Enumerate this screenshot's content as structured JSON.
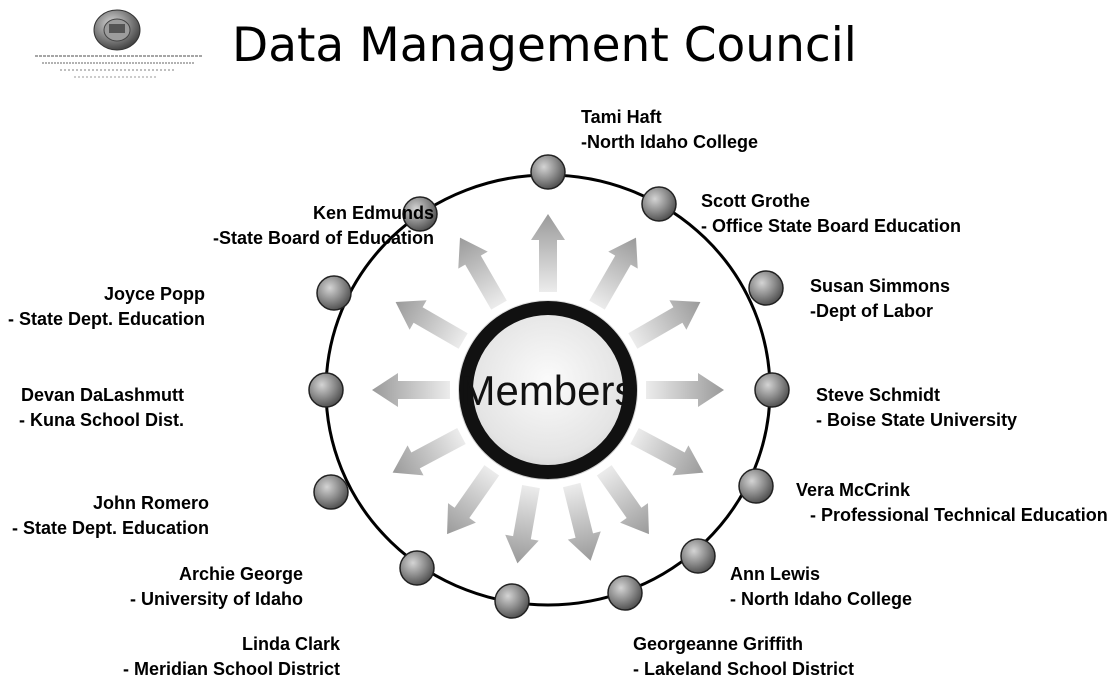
{
  "title": "Data Management Council",
  "logo": {
    "icon": "seal-logo-icon"
  },
  "center": {
    "label": "Members"
  },
  "members": [
    {
      "id": "tami",
      "name": "Tami Haft",
      "org": "-North Idaho College"
    },
    {
      "id": "scott",
      "name": "Scott Grothe",
      "org": "- Office State Board Education"
    },
    {
      "id": "susan",
      "name": "Susan Simmons",
      "org": "-Dept of Labor"
    },
    {
      "id": "steve",
      "name": "Steve Schmidt",
      "org": "- Boise State University"
    },
    {
      "id": "vera",
      "name": "Vera McCrink",
      "org": "-    Professional Technical Education"
    },
    {
      "id": "ann",
      "name": "Ann Lewis",
      "org": "- North Idaho College"
    },
    {
      "id": "georg",
      "name": "Georgeanne Griffith",
      "org": "- Lakeland School District"
    },
    {
      "id": "linda",
      "name": "Linda Clark",
      "org": "-    Meridian School District"
    },
    {
      "id": "archie",
      "name": "Archie George",
      "org": "- University of Idaho"
    },
    {
      "id": "john",
      "name": "John Romero",
      "org": "- State Dept. Education"
    },
    {
      "id": "devan",
      "name": "Devan DaLashmutt",
      "org": "- Kuna School Dist."
    },
    {
      "id": "joyce",
      "name": "Joyce Popp",
      "org": "- State Dept. Education"
    },
    {
      "id": "ken",
      "name": "Ken Edmunds",
      "org": "-State Board of Education"
    }
  ],
  "colors": {
    "node": "#8a8a8a",
    "ring": "#000000",
    "arrow": "#a9a9a9",
    "hub_ring": "#111111"
  }
}
